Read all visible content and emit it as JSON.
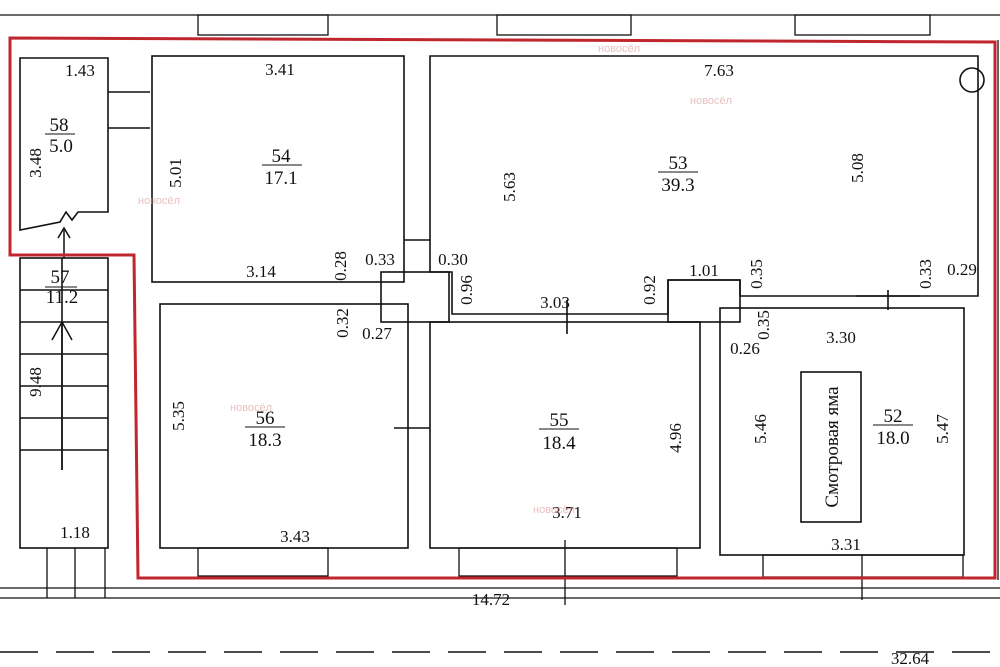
{
  "rooms": [
    {
      "id": "58",
      "area": "5.0"
    },
    {
      "id": "57",
      "area": "11.2"
    },
    {
      "id": "54",
      "area": "17.1"
    },
    {
      "id": "53",
      "area": "39.3"
    },
    {
      "id": "56",
      "area": "18.3"
    },
    {
      "id": "55",
      "area": "18.4"
    },
    {
      "id": "52",
      "area": "18.0"
    }
  ],
  "inspection_pit": "Смотровая яма",
  "dimensions": {
    "d143": "1.43",
    "d348": "3.48",
    "d948": "9.48",
    "d118": "1.18",
    "d341": "3.41",
    "d501": "5.01",
    "d314": "3.14",
    "d028": "0.28",
    "d033": "0.33",
    "d030": "0.30",
    "d763": "7.63",
    "d563": "5.63",
    "d508": "5.08",
    "d096": "0.96",
    "d303": "3.03",
    "d092": "0.92",
    "d101": "1.01",
    "d035a": "0.35",
    "d033b": "0.33",
    "d029": "0.29",
    "d032": "0.32",
    "d027": "0.27",
    "d535": "5.35",
    "d343": "3.43",
    "d496": "4.96",
    "d371": "3.71",
    "d035b": "0.35",
    "d026": "0.26",
    "d330": "3.30",
    "d546": "5.46",
    "d547": "5.47",
    "d331": "3.31",
    "d1472": "14.72",
    "d3264": "32.64"
  },
  "watermark": "новосёл",
  "colors": {
    "outline": "#c0262d",
    "wall": "#111111",
    "watermark": "#d98a8a"
  }
}
